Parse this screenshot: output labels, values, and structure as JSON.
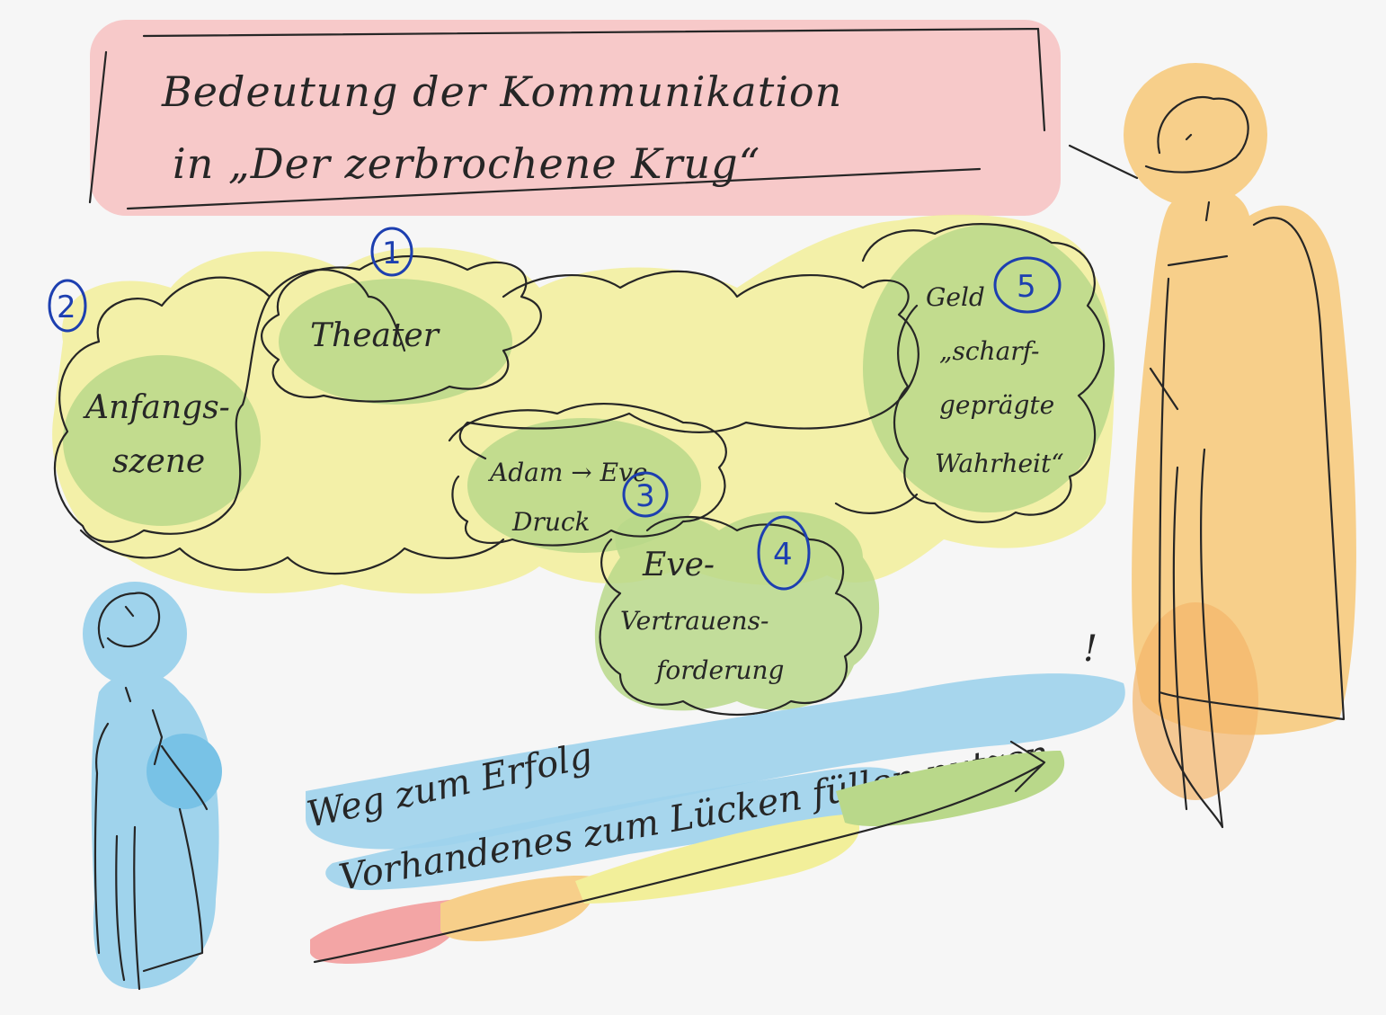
{
  "title": {
    "line1": "Bedeutung der Kommunikation",
    "line2": "in „Der zerbrochene Krug“"
  },
  "clouds": [
    {
      "number": "2",
      "lines": [
        "Anfangs-",
        "szene"
      ]
    },
    {
      "number": "1",
      "lines": [
        "Theater"
      ]
    },
    {
      "number": "3",
      "lines": [
        "Adam → Eve",
        "Druck"
      ]
    },
    {
      "number": "4",
      "lines": [
        "Eve-",
        "Vertrauens-",
        "forderung"
      ]
    },
    {
      "number": "5",
      "lines": [
        "Geld",
        "„scharf-",
        "geprägte",
        "Wahrheit“"
      ]
    }
  ],
  "path": {
    "line1": "Weg zum Erfolg",
    "line2": "Vorhandenes zum Lücken füllen nutzen",
    "exclamation": "!"
  },
  "colors": {
    "title_highlight": "#f7c9c9",
    "cloud_yellow": "#f2ef9a",
    "cloud_green": "#b9d88a",
    "figure_orange": "#f7cf8a",
    "figure_blue": "#9fd3ec",
    "number_blue": "#1d3fb0",
    "arrow_band": [
      "#f3a5a5",
      "#f7cf8a",
      "#f2ef9a",
      "#b9d88a"
    ]
  }
}
